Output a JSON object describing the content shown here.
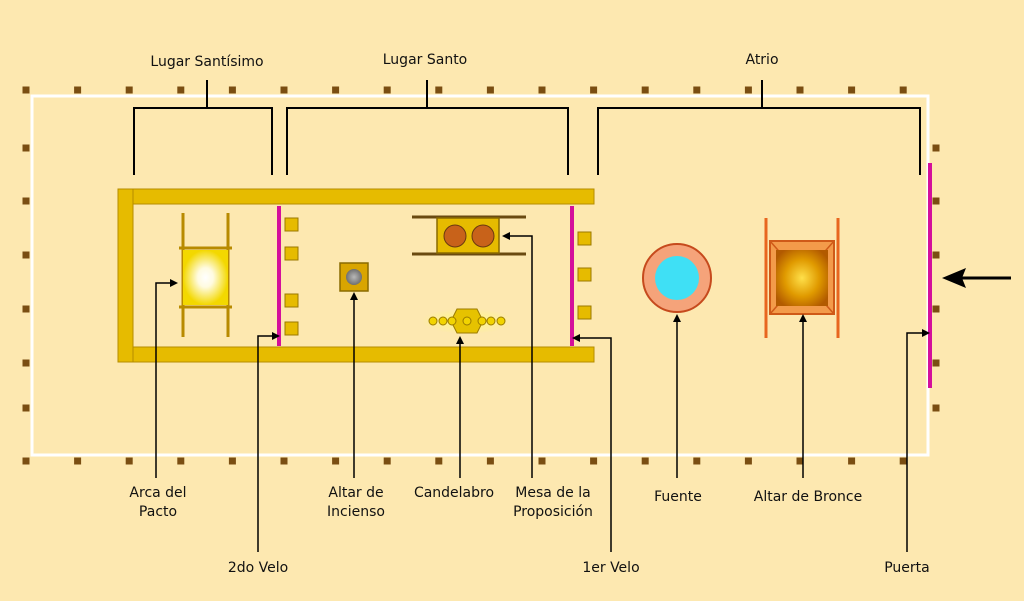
{
  "sections": {
    "holiest": "Lugar Santísimo",
    "holy": "Lugar Santo",
    "court": "Atrio"
  },
  "labels": {
    "ark": "Arca del\nPacto",
    "incense": "Altar de\nIncienso",
    "lampstand": "Candelabro",
    "table": "Mesa de la\nProposición",
    "laver": "Fuente",
    "bronze_altar": "Altar de Bronce",
    "second_veil": "2do Velo",
    "first_veil": "1er Velo",
    "gate": "Puerta"
  },
  "colors": {
    "background": "#fde8b0",
    "gold": "#e6bb00",
    "curtain": "#d40f9b",
    "post": "#7a4e12",
    "bronze": "#e8661f",
    "water": "#3fe0f5"
  }
}
